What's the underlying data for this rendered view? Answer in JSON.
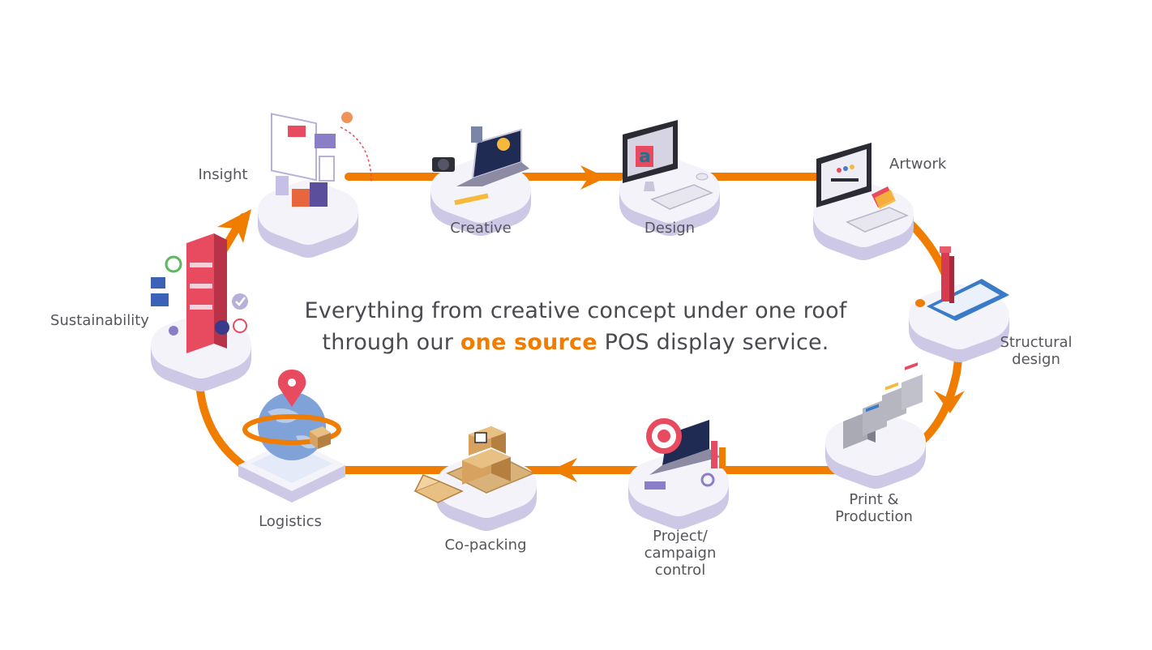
{
  "headline": {
    "line1": "Everything from creative concept under one roof",
    "line2_before": "through our",
    "line2_accent": "one source",
    "line2_after": "POS display service."
  },
  "stages": {
    "insight": "Insight",
    "creative": "Creative",
    "design": "Design",
    "artwork": "Artwork",
    "structural_design_1": "Structural",
    "structural_design_2": "design",
    "print_production_1": "Print &",
    "print_production_2": "Production",
    "project_1": "Project/",
    "project_2": "campaign",
    "project_3": "control",
    "copacking": "Co-packing",
    "logistics": "Logistics",
    "sustainability": "Sustainability"
  },
  "colors": {
    "accent": "#f07c00",
    "tile_top": "#f4f3fa",
    "tile_side": "#cdc8e6",
    "text": "#55555c"
  }
}
